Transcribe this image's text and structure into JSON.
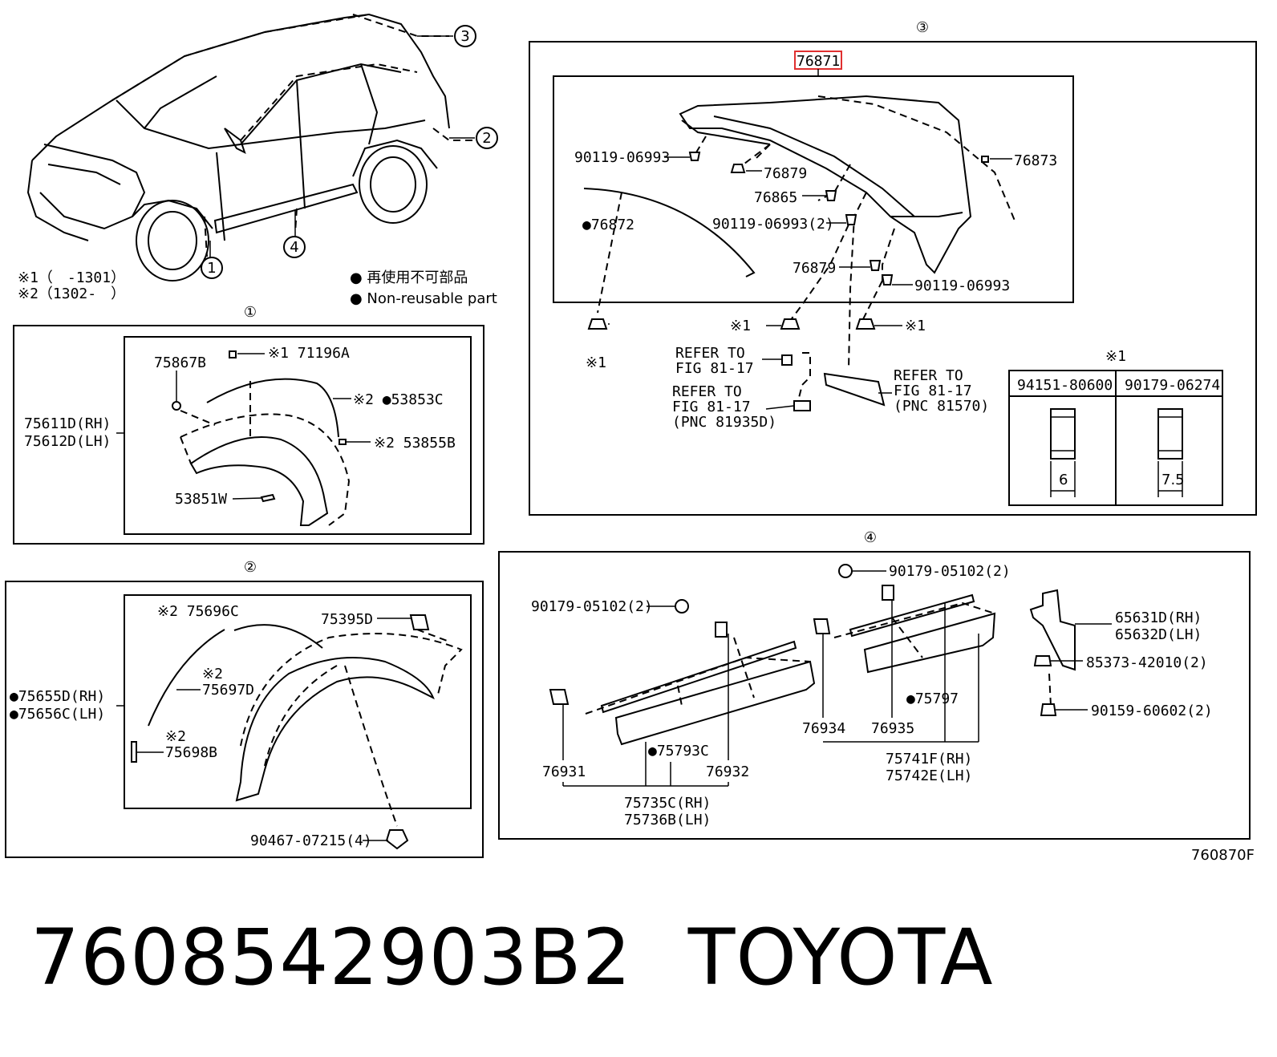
{
  "callouts": {
    "c1": "①",
    "c2": "②",
    "c3": "③",
    "c4": "④"
  },
  "notes": {
    "note1": "※1（　-1301）",
    "note2": "※2（1302-　）",
    "legend_jp": "● 再使用不可部品",
    "legend_en": "● Non-reusable part"
  },
  "section3": {
    "p76871": "76871",
    "p76873": "76873",
    "p90119a": "90119-06993",
    "p76879a": "76879",
    "p76865": "76865",
    "p76872": "●76872",
    "p90119b": "90119-06993(2)",
    "p76879b": "76879",
    "p90119c": "90119-06993",
    "n1a": "※1",
    "n1b": "※1",
    "n1c": "※1",
    "refer1a": "REFER TO",
    "refer1b": "FIG 81-17",
    "refer2a": "REFER TO",
    "refer2b": "FIG 81-17",
    "refer2c": "(PNC 81935D)",
    "refer3a": "REFER TO",
    "refer3b": "FIG 81-17",
    "refer3c": "(PNC 81570)",
    "table": {
      "note": "※1",
      "col1": "94151-80600",
      "col2": "90179-06274",
      "dim1": "6",
      "dim2": "7.5"
    }
  },
  "section1": {
    "p75867b": "75867B",
    "p71196a": "※1 71196A",
    "p53853c": "※2 ●53853C",
    "p75611d": "75611D(RH)",
    "p75612d": "75612D(LH)",
    "p53855b": "※2 53855B",
    "p53851w": "53851W"
  },
  "section2": {
    "p75696c": "※2 75696C",
    "p75395d": "75395D",
    "p75697dn": "※2",
    "p75697d": "75697D",
    "p75655d": "●75655D(RH)",
    "p75656c": "●75656C(LH)",
    "p75698bn": "※2",
    "p75698b": "75698B",
    "p90467": "90467-07215(4)"
  },
  "section4": {
    "p90179a": "90179-05102(2)",
    "p90179b": "90179-05102(2)",
    "p65631d": "65631D(RH)",
    "p65632d": "65632D(LH)",
    "p85373": "85373-42010(2)",
    "p75797": "●75797",
    "p90159": "90159-60602(2)",
    "p76934": "76934",
    "p76935": "76935",
    "p75793c": "●75793C",
    "p76931": "76931",
    "p76932": "76932",
    "p75741f": "75741F(RH)",
    "p75742e": "75742E(LH)",
    "p75735c": "75735C(RH)",
    "p75736b": "75736B(LH)"
  },
  "figure_id": "760870F",
  "footer": {
    "part_number": "7608542903B2",
    "brand": "TOYOTA"
  },
  "colors": {
    "highlight": "#e03030",
    "ink": "#000000"
  }
}
